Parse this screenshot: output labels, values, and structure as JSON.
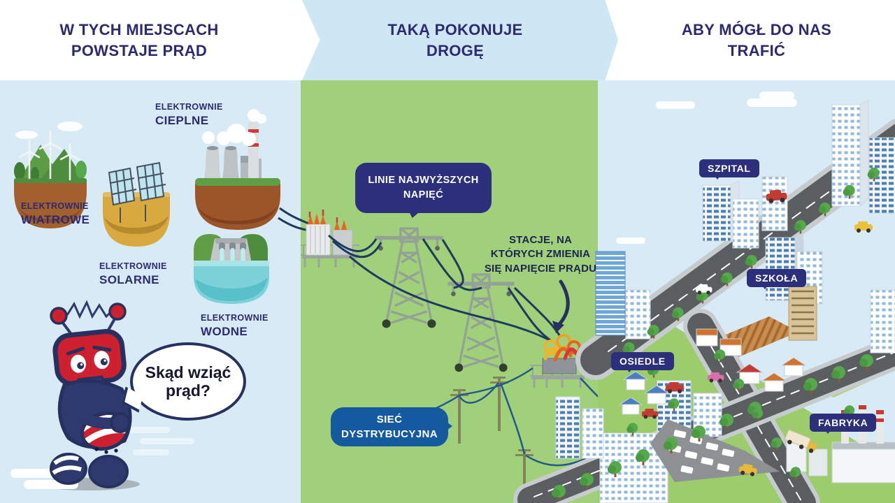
{
  "header": {
    "sources_title": "W TYCH MIEJSCACH\nPOWSTAJE PRĄD",
    "path_title": "TAKĄ POKONUJE\nDROGĘ",
    "destination_title": "ABY MÓGŁ DO NAS\nTRAFIĆ"
  },
  "sources": {
    "plants": [
      {
        "id": "wind",
        "line1": "ELEKTROWNIE",
        "line2": "WIATROWE"
      },
      {
        "id": "solar",
        "line1": "ELEKTROWNIE",
        "line2": "SOLARNE"
      },
      {
        "id": "thermal",
        "line1": "ELEKTROWNIE",
        "line2": "CIEPLNE"
      },
      {
        "id": "hydro",
        "line1": "ELEKTROWNIE",
        "line2": "WODNE"
      }
    ],
    "mascot_question": "Skąd wziąć\nprąd?"
  },
  "path": {
    "transmission_label": "LINIE NAJWYŻSZYCH\nNAPIĘĆ",
    "stations_label": "STACJE, NA\nKTÓRYCH ZMIENIA\nSIĘ NAPIĘCIE PRĄDU",
    "distribution_label": "SIEĆ\nDYSTRYBUCYJNA"
  },
  "city": {
    "labels": [
      {
        "id": "hospital",
        "text": "SZPITAL"
      },
      {
        "id": "school",
        "text": "SZKOŁA"
      },
      {
        "id": "estate",
        "text": "OSIEDLE"
      },
      {
        "id": "factory",
        "text": "FABRYKA"
      }
    ]
  },
  "colors": {
    "navy_text": "#2b2a72",
    "bubble_navy": "#2b2f7c",
    "bubble_blue": "#15599f",
    "panel_blue": "#d8eaf5",
    "banner_blue": "#cfe7f4",
    "path_green": "#a1d07b",
    "robot_red": "#cf2030"
  }
}
